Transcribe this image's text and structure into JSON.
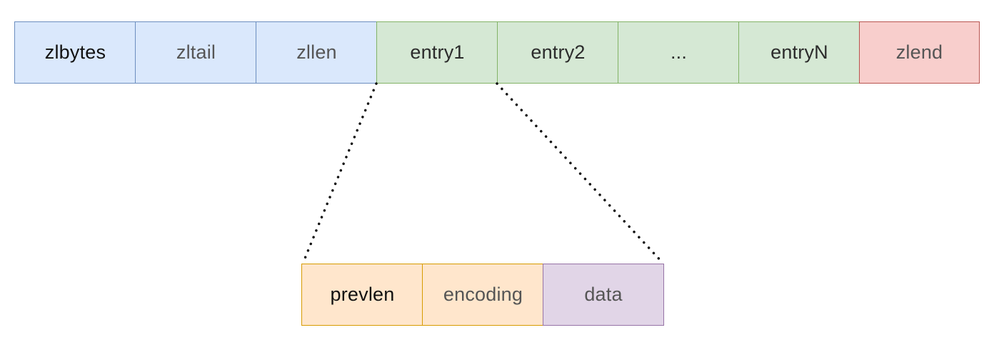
{
  "ziplist": {
    "cells": [
      {
        "label": "zlbytes",
        "color": "#dae8fc"
      },
      {
        "label": "zltail",
        "color": "#dae8fc"
      },
      {
        "label": "zllen",
        "color": "#dae8fc"
      },
      {
        "label": "entry1",
        "color": "#d5e8d4"
      },
      {
        "label": "entry2",
        "color": "#d5e8d4"
      },
      {
        "label": "...",
        "color": "#d5e8d4"
      },
      {
        "label": "entryN",
        "color": "#d5e8d4"
      },
      {
        "label": "zlend",
        "color": "#f8cecc"
      }
    ]
  },
  "entry_detail": {
    "cells": [
      {
        "label": "prevlen",
        "color": "#ffe6cc"
      },
      {
        "label": "encoding",
        "color": "#ffe6cc"
      },
      {
        "label": "data",
        "color": "#e1d5e7"
      }
    ]
  }
}
